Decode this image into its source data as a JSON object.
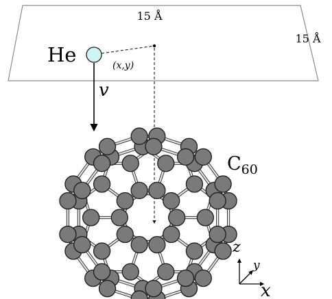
{
  "labels": {
    "width_label": "15 Å",
    "depth_label": "15 Å",
    "helium": "He",
    "impact_point": "(x,y)",
    "velocity": "v",
    "molecule_main": "C",
    "molecule_sub": "60",
    "axis_z": "z",
    "axis_y": "y",
    "axis_x": "x"
  },
  "colors": {
    "atom_fill": "#7a7a7a",
    "atom_stroke": "#1a1a1a",
    "helium_fill": "#cdf5f5",
    "plane_stroke": "#8a8a8a"
  }
}
